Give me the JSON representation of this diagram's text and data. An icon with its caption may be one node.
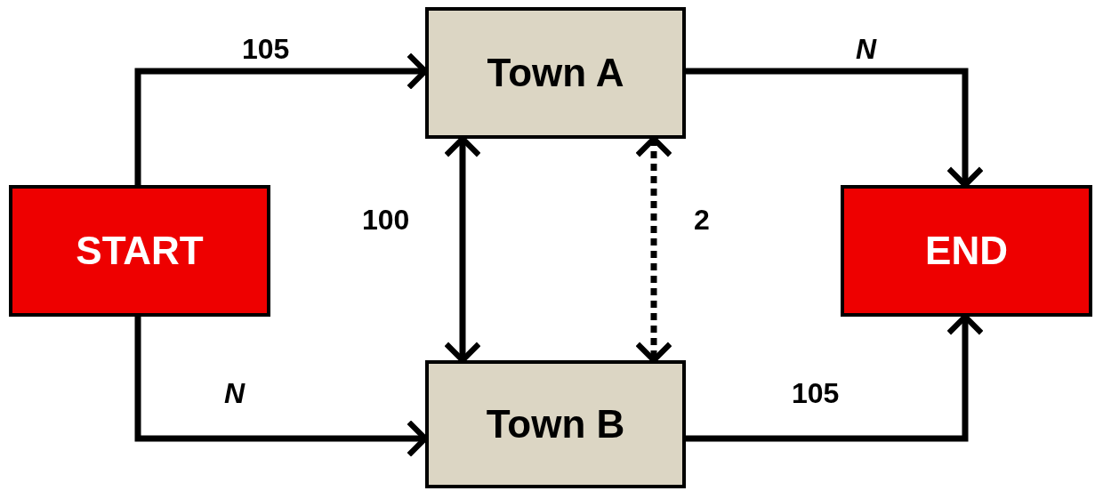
{
  "diagram": {
    "nodes": [
      {
        "text": [
          "START"
        ]
      },
      {
        "text": [
          "Town A"
        ]
      },
      {
        "text": [
          "Town B"
        ]
      },
      {
        "text": [
          "END"
        ]
      }
    ],
    "edges": [
      {
        "from": 0,
        "to": 1,
        "arrow": "to",
        "label": "105"
      },
      {
        "from": 0,
        "to": 2,
        "arrow": "to",
        "label": "*N*"
      },
      {
        "from": 1,
        "to": 2,
        "arrow": "both",
        "label": "100"
      },
      {
        "from": 1,
        "to": 2,
        "arrow": "both",
        "label": "2",
        "style": "dashed"
      },
      {
        "from": 1,
        "to": 3,
        "arrow": "to",
        "label": "*N*"
      },
      {
        "from": 2,
        "to": 3,
        "arrow": "to",
        "label": "105"
      }
    ]
  }
}
